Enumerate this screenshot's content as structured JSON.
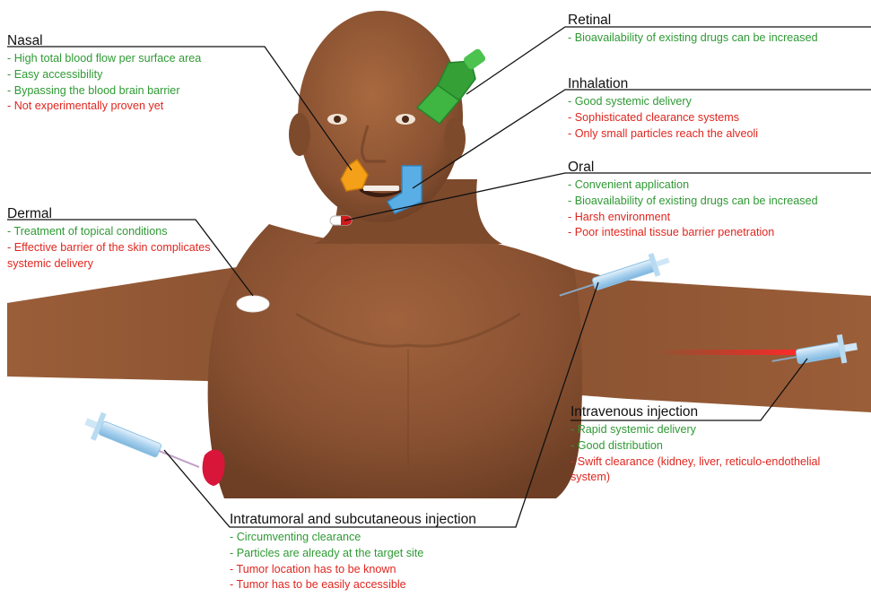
{
  "sections": {
    "nasal": {
      "title": "Nasal",
      "items": [
        {
          "text": "- High total blood flow per surface area",
          "kind": "pro"
        },
        {
          "text": "- Easy accessibility",
          "kind": "pro"
        },
        {
          "text": "- Bypassing the blood brain barrier",
          "kind": "pro"
        },
        {
          "text": "- Not experimentally proven yet",
          "kind": "con"
        }
      ]
    },
    "retinal": {
      "title": "Retinal",
      "items": [
        {
          "text": "- Bioavailability of existing drugs can be increased",
          "kind": "pro"
        }
      ]
    },
    "inhalation": {
      "title": "Inhalation",
      "items": [
        {
          "text": "- Good systemic delivery",
          "kind": "pro"
        },
        {
          "text": "- Sophisticated clearance systems",
          "kind": "con"
        },
        {
          "text": "- Only small particles reach the alveoli",
          "kind": "con"
        }
      ]
    },
    "oral": {
      "title": "Oral",
      "items": [
        {
          "text": "- Convenient application",
          "kind": "pro"
        },
        {
          "text": "- Bioavailability of existing drugs can be increased",
          "kind": "pro"
        },
        {
          "text": "- Harsh environment",
          "kind": "con"
        },
        {
          "text": "- Poor intestinal tissue barrier penetration",
          "kind": "con"
        }
      ]
    },
    "dermal": {
      "title": "Dermal",
      "items": [
        {
          "text": "- Treatment of topical conditions",
          "kind": "pro"
        },
        {
          "text": "- Effective barrier of the skin complicates systemic delivery",
          "kind": "con"
        }
      ]
    },
    "intravenous": {
      "title": "Intravenous injection",
      "items": [
        {
          "text": "- Rapid systemic delivery",
          "kind": "pro"
        },
        {
          "text": "- Good distribution",
          "kind": "pro"
        },
        {
          "text": "- Swift clearance (kidney, liver, reticulo-endothelial system)",
          "kind": "con"
        }
      ]
    },
    "intratumoral": {
      "title": "Intratumoral and subcutaneous injection",
      "items": [
        {
          "text": "- Circumventing clearance",
          "kind": "pro"
        },
        {
          "text": "- Particles are already at the target site",
          "kind": "pro"
        },
        {
          "text": "- Tumor location has to be known",
          "kind": "con"
        },
        {
          "text": "- Tumor has to be easily accessible",
          "kind": "con"
        }
      ]
    }
  },
  "colors": {
    "pro": "#2f9a34",
    "con": "#e0261f",
    "skin": "#8a5232",
    "leader": "#111111"
  }
}
